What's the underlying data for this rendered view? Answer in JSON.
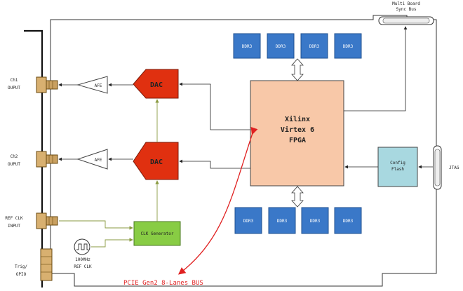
{
  "board": {
    "fpga": {
      "line1": "Xilinx",
      "line2": "Virtex 6",
      "line3": "FPGA"
    },
    "dac_top": "DAC",
    "dac_bottom": "DAC",
    "afe_top": "AFE",
    "afe_bottom": "AFE",
    "clk_gen": "CLK Generator",
    "config_flash": {
      "line1": "Config",
      "line2": "Flash"
    },
    "ddr_top": [
      "DDR3",
      "DDR3",
      "DDR3",
      "DDR3"
    ],
    "ddr_bottom": [
      "DDR3",
      "DDR3",
      "DDR3",
      "DDR3"
    ],
    "sync_bus": {
      "line1": "Multi Board",
      "line2": "Sync Bus"
    },
    "jtag": "JTAG",
    "ch1": {
      "line1": "Ch1",
      "line2": "OUPUT"
    },
    "ch2": {
      "line1": "Ch2",
      "line2": "OUPUT"
    },
    "ref_clk": {
      "line1": "REF CLK",
      "line2": "INPUT"
    },
    "trig": {
      "line1": "Trig/",
      "line2": "GPIO"
    },
    "osc": {
      "line1": "100MHz",
      "line2": "REF CLK"
    },
    "pcie_bus": "PCIE Gen2 8-Lanes BUS"
  },
  "colors": {
    "fpga": "#f8c8a8",
    "dac": "#e03010",
    "ddr": "#3a78c8",
    "clk": "#88cc44",
    "flash": "#a8d8e0",
    "bus_arrow": "#e02020",
    "clk_line": "#8a9a40"
  }
}
